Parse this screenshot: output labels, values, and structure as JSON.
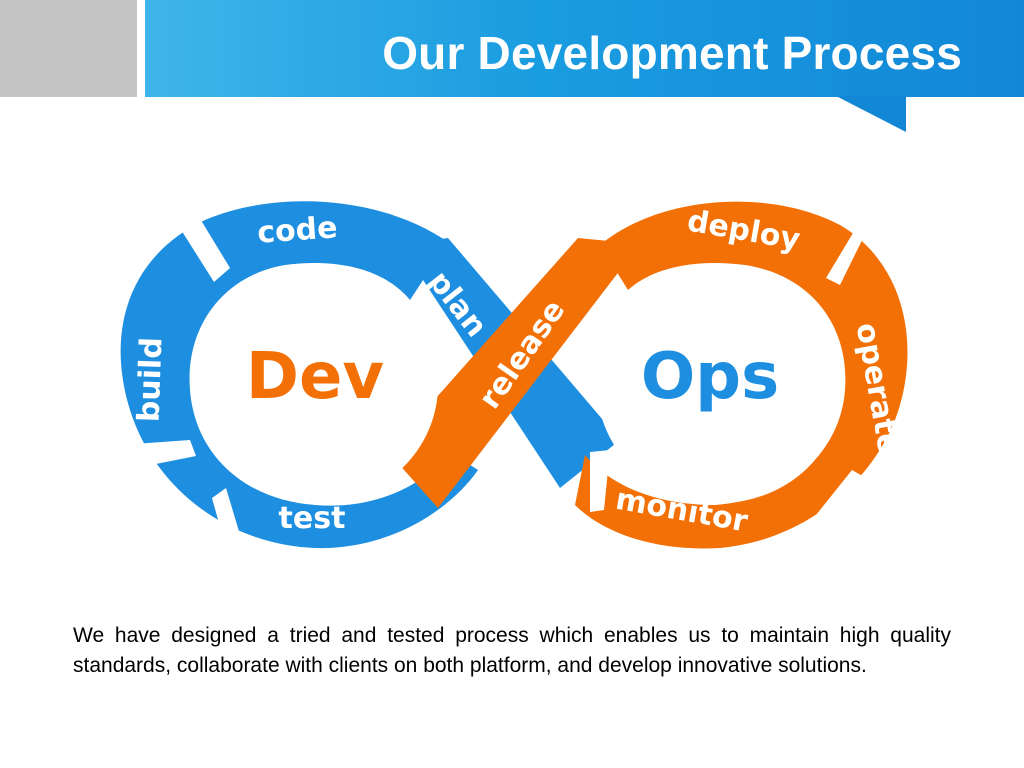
{
  "title": "Our Development Process",
  "colors": {
    "header_blue": "#1a9ce0",
    "dev_blue": "#1e8fe0",
    "ops_orange": "#f37006",
    "gray": "#c4c4c4"
  },
  "diagram": {
    "dev_label": "Dev",
    "ops_label": "Ops",
    "stages": {
      "code": "code",
      "plan": "plan",
      "build": "build",
      "test": "test",
      "release": "release",
      "deploy": "deploy",
      "operate": "operate",
      "monitor": "monitor"
    }
  },
  "description": "We have designed a tried and tested process which enables us to maintain high quality standards, collaborate with clients on both platform, and develop innovative solutions."
}
